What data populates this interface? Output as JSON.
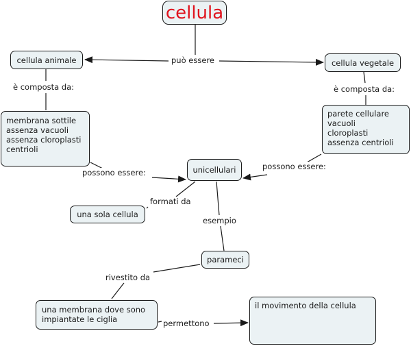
{
  "concept_map": {
    "title": "cellula",
    "colors": {
      "title_text": "#e0141e",
      "node_fill": "#ebf2f4",
      "node_border": "#1a1a1a",
      "line": "#1a1a1a"
    },
    "nodes": {
      "cellula": "cellula",
      "cellula_animale": "cellula animale",
      "cellula_vegetale": "cellula vegetale",
      "animale_composizione": "membrana sottile\nassenza vacuoli\nassenza cloroplasti\ncentrioli",
      "vegetale_composizione": "parete cellulare\nvacuoli\ncloroplasti\nassenza centrioli",
      "unicellulari": "unicellulari",
      "una_sola_cellula": "una sola cellula",
      "parameci": "parameci",
      "membrana_ciglia": "una membrana dove sono\nimpiantate le ciglia",
      "movimento": "il movimento della cellula"
    },
    "links": {
      "puo_essere": "può essere",
      "composta_animale": "è composta da:",
      "composta_vegetale": "è composta da:",
      "possono_essere_left": "possono essere:",
      "possono_essere_right": "possono essere:",
      "formati_da": "formati da",
      "esempio": "esempio",
      "rivestito_da": "rivestito da",
      "permettono": "permettono"
    }
  }
}
